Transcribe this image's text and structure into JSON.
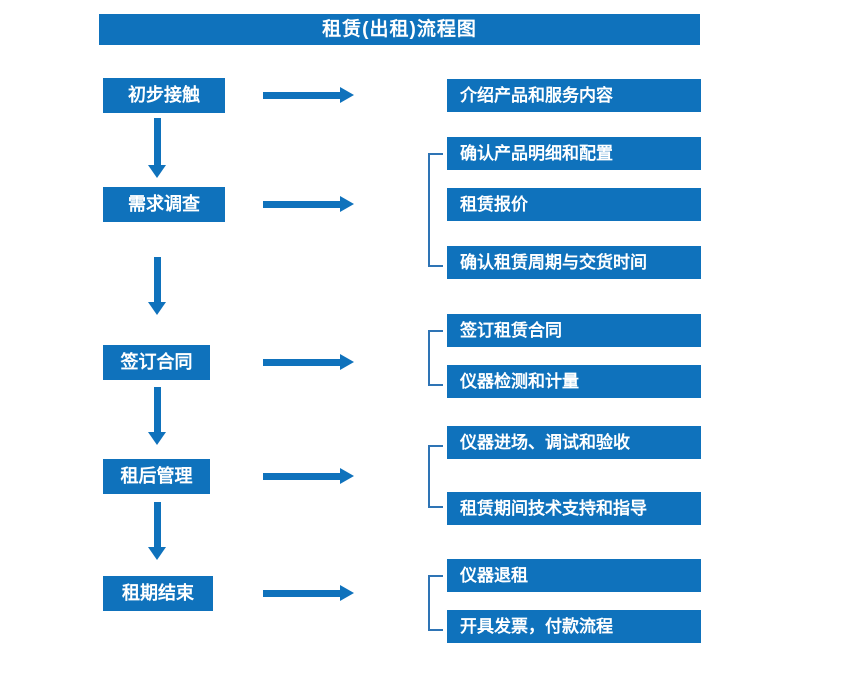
{
  "title": "租赁(出租)流程图",
  "colors": {
    "primary": "#0F72BC",
    "bracket": "#2E74B5",
    "text": "#FFFFFF",
    "background": "#FFFFFF"
  },
  "flow": [
    {
      "step": "初步接触",
      "details": [
        "介绍产品和服务内容"
      ]
    },
    {
      "step": "需求调查",
      "details": [
        "确认产品明细和配置",
        "租赁报价",
        "确认租赁周期与交货时间"
      ]
    },
    {
      "step": "签订合同",
      "details": [
        "签订租赁合同",
        "仪器检测和计量"
      ]
    },
    {
      "step": "租后管理",
      "details": [
        "仪器进场、调试和验收",
        "租赁期间技术支持和指导"
      ]
    },
    {
      "step": "租期结束",
      "details": [
        "仪器退租",
        "开具发票，付款流程"
      ]
    }
  ]
}
